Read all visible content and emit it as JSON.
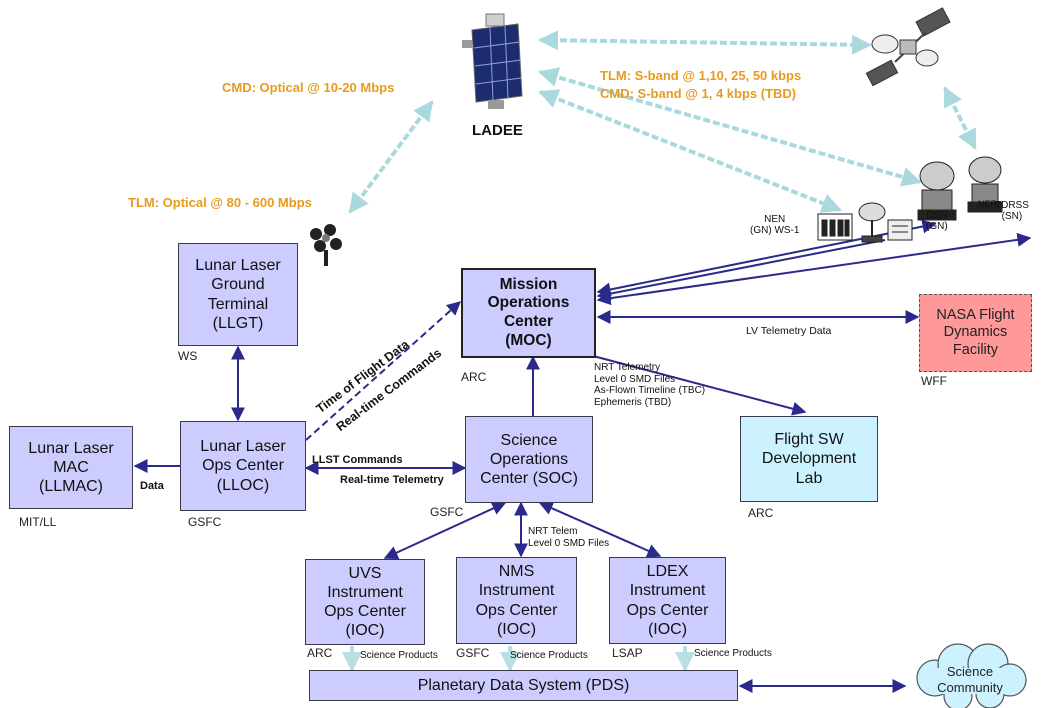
{
  "spacecraft_label": "LADEE",
  "links": {
    "cmd_optical": "CMD: Optical @ 10-20 Mbps",
    "tlm_optical": "TLM:  Optical @ 80 - 600 Mbps",
    "tlm_sband": "TLM:  S-band @ 1,10, 25, 50 kbps",
    "cmd_sband": "CMD: S-band @ 1,  4 kbps (TBD)",
    "time_of_flight": "Time of Flight Data",
    "realtime_commands": "Real-time Commands",
    "llst_commands": "LLST Commands",
    "realtime_telemetry": "Real-time Telemetry",
    "data": "Data",
    "lv_telemetry": "LV Telemetry Data",
    "moc_products": "NRT Telemetry\nLevel 0 SMD Files\nAs-Flown Timeline (TBC)\nEphemeris (TBD)",
    "nrt_telem": "NRT Telem\nLevel 0 SMD Files",
    "science_products": "Science Products"
  },
  "ground_stations": {
    "nen": "NEN\n(GN) WS-1",
    "dsn": "DSN\n(GN)",
    "tdrss": "TDRSS\n(SN)",
    "ner": "NER"
  },
  "boxes": {
    "llgt": "Lunar Laser\nGround\nTerminal\n(LLGT)",
    "moc": "Mission\nOperations\nCenter\n(MOC)",
    "fdf": "NASA Flight\nDynamics\nFacility",
    "llmac": "Lunar Laser\nMAC\n(LLMAC)",
    "lloc": "Lunar Laser\nOps Center\n(LLOC)",
    "soc": "Science\nOperations\nCenter (SOC)",
    "fsw": "Flight SW\nDevelopment\nLab",
    "uvs": "UVS\nInstrument\nOps Center\n(IOC)",
    "nms": "NMS\nInstrument\nOps Center\n(IOC)",
    "ldex": "LDEX\nInstrument\nOps Center\n(IOC)",
    "pds": "Planetary Data System (PDS)",
    "science_community": "Science\nCommunity"
  },
  "locations": {
    "ws": "WS",
    "arc_moc": "ARC",
    "wff": "WFF",
    "mit_ll": "MIT/LL",
    "gsfc_lloc": "GSFC",
    "gsfc_soc": "GSFC",
    "arc_fsw": "ARC",
    "arc_uvs": "ARC",
    "gsfc_nms": "GSFC",
    "lsap": "LSAP"
  },
  "colors": {
    "box_fill": "#ccccff",
    "fsw_fill": "#ccf2ff",
    "fdf_fill": "#ff9999",
    "arrow": "#2a2a8c",
    "rf_link": "#a9d9dc",
    "orange_text": "#e69b1e"
  }
}
